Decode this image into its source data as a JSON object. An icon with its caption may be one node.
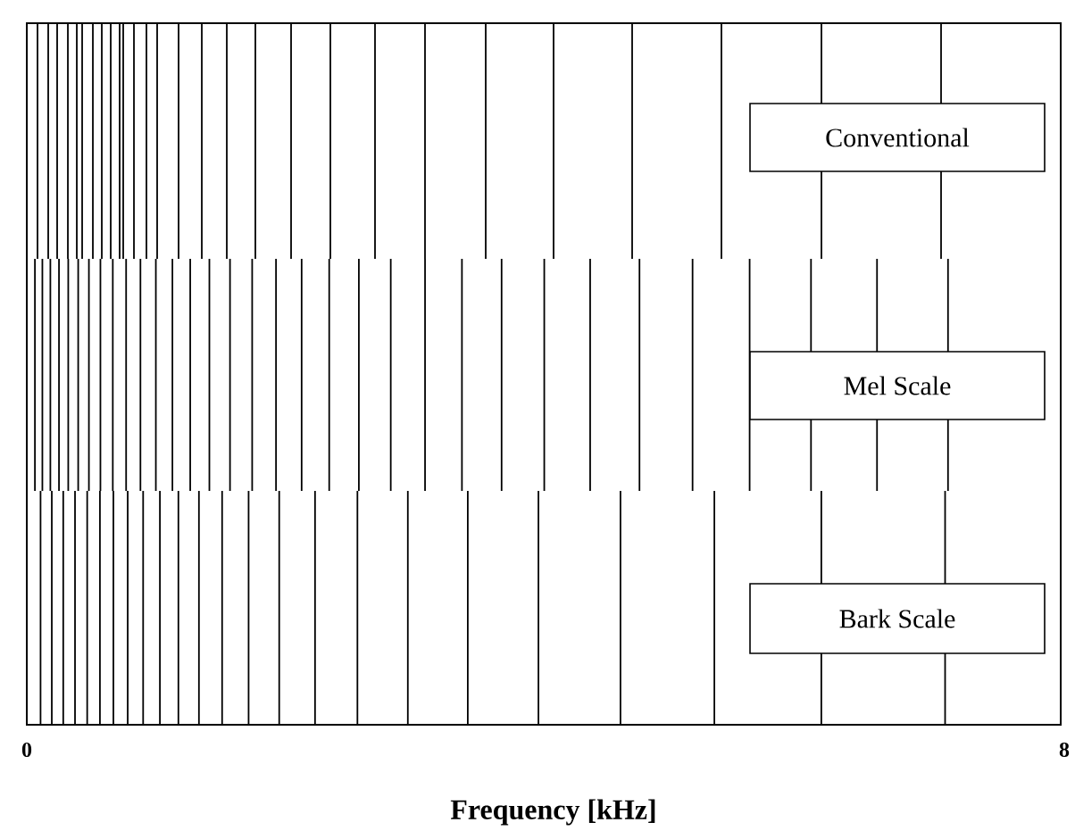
{
  "diagram": {
    "nodes": [
      {
        "text": [
          "Conventional"
        ]
      },
      {
        "text": [
          "Mel Scale"
        ]
      },
      {
        "text": [
          "Bark Scale"
        ]
      }
    ],
    "labels": [
      "0",
      "8",
      "Frequency [kHz]"
    ]
  }
}
